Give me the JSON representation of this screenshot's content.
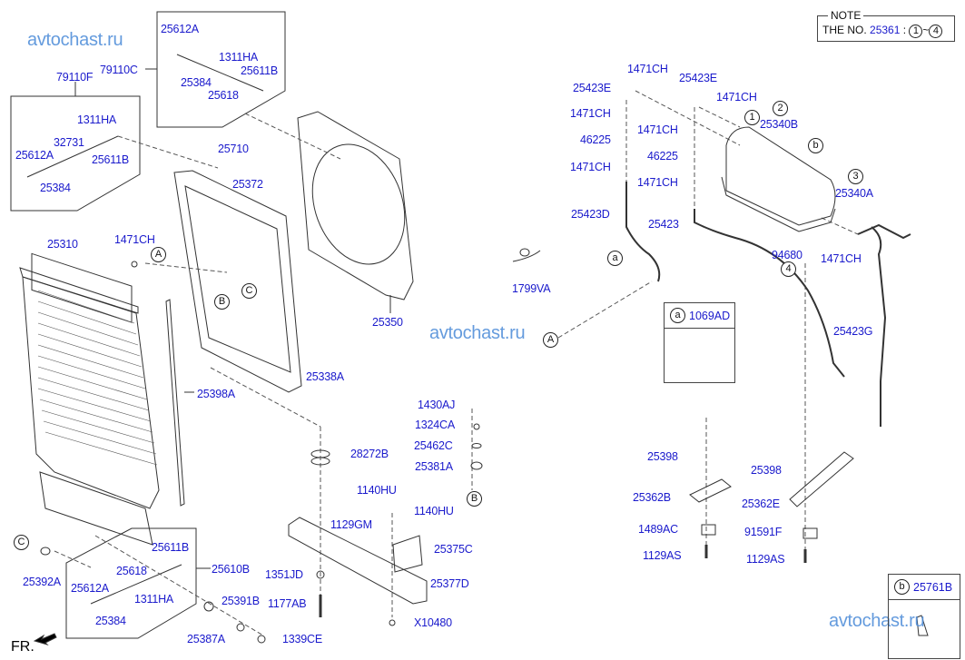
{
  "watermarks": [
    "avtochast.ru",
    "avtochast.ru",
    "avtochast.ru"
  ],
  "note": {
    "title": "NOTE",
    "prefix": "THE NO.",
    "part": "25361",
    "separator": ":",
    "range_start": "1",
    "range_sep": "~",
    "range_end": "4"
  },
  "orientation": "FR.",
  "callouts": {
    "a": {
      "marker": "a",
      "part": "1069AD"
    },
    "b": {
      "marker": "b",
      "part": "25761B"
    }
  },
  "ref_markers": {
    "A": "A",
    "B": "B",
    "C": "C",
    "n1": "1",
    "n2": "2",
    "n3": "3",
    "n4": "4",
    "a": "a",
    "b": "b"
  },
  "parts": {
    "p79110F": "79110F",
    "p79110C": "79110C",
    "p25612A_top": "25612A",
    "p25384_top": "25384",
    "p1311HA_top": "1311HA",
    "p25611B_top": "25611B",
    "p25618_top": "25618",
    "p1311HA_left": "1311HA",
    "p32731": "32731",
    "p25612A_left": "25612A",
    "p25611B_left": "25611B",
    "p25384_left": "25384",
    "p25710": "25710",
    "p25372": "25372",
    "p25310": "25310",
    "p1471CH_rad": "1471CH",
    "p25350": "25350",
    "p25338A": "25338A",
    "p25398A": "25398A",
    "p1799VA": "1799VA",
    "p28272B": "28272B",
    "p1430AJ": "1430AJ",
    "p1324CA": "1324CA",
    "p25462C": "25462C",
    "p25381A": "25381A",
    "p1140HU_a": "1140HU",
    "p1140HU_b": "1140HU",
    "p1129GM": "1129GM",
    "p25375C": "25375C",
    "p1351JD": "1351JD",
    "p25377D": "25377D",
    "p1177AB": "1177AB",
    "pX10480": "X10480",
    "p25392A": "25392A",
    "p25611B_bot": "25611B",
    "p25610B": "25610B",
    "p25618_bot": "25618",
    "p25612A_bot": "25612A",
    "p1311HA_bot": "1311HA",
    "p25384_bot": "25384",
    "p25391B": "25391B",
    "p25387A": "25387A",
    "p1339CE": "1339CE",
    "p1471CH_h1": "1471CH",
    "p25423E_l": "25423E",
    "p1471CH_l1": "1471CH",
    "p46225_l": "46225",
    "p1471CH_l2": "1471CH",
    "p25423D": "25423D",
    "p25423E_r": "25423E",
    "p1471CH_r0": "1471CH",
    "p1471CH_r1": "1471CH",
    "p46225_r": "46225",
    "p1471CH_r2": "1471CH",
    "p25423": "25423",
    "p25340B": "25340B",
    "p25340A": "25340A",
    "p94680": "94680",
    "p1471CH_tank": "1471CH",
    "p25423G": "25423G",
    "p25398_l": "25398",
    "p25362B": "25362B",
    "p1489AC": "1489AC",
    "p1129AS_l": "1129AS",
    "p25398_r": "25398",
    "p25362E": "25362E",
    "p91591F": "91591F",
    "p1129AS_r": "1129AS"
  }
}
